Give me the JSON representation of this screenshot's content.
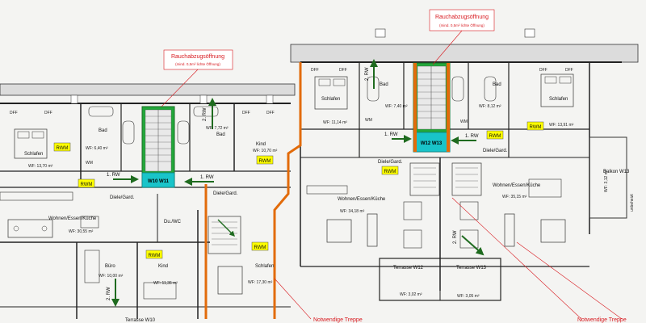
{
  "annotations": {
    "smoke_vent_title": "Rauchabzugsöffnung",
    "smoke_vent_sub": "(mind. 0,5m² lichte Öffnung)",
    "escape_route": "Notwendige Treppe"
  },
  "stair_labels": {
    "left": "W10  W11",
    "right": "W12  W13"
  },
  "tags": {
    "rwm": "RWM",
    "dff": "DFF",
    "wm": "WM"
  },
  "route_labels": {
    "rw1": "1. RW",
    "rw2": "2. RW"
  },
  "rooms": {
    "schlafen_left": {
      "name": "Schlafen",
      "area": "WF: 13,70 m²"
    },
    "bad_left": {
      "name": "Bad",
      "area": "WF: 6,40 m²"
    },
    "bad_center": {
      "name": "Bad",
      "area": "WF: 7,72 m²"
    },
    "kind_upper": {
      "name": "Kind",
      "area": "WF: 10,70 m²"
    },
    "diele_left": {
      "name": "Diele/Gard."
    },
    "diele_center": {
      "name": "Diele/Gard."
    },
    "wohnen_left": {
      "name": "Wohnen/Essen/Küche",
      "area": "WF: 30,55 m²"
    },
    "du_wc": {
      "name": "Du./WC"
    },
    "buero": {
      "name": "Büro",
      "area": "WF: 10,00 m²"
    },
    "kind_lower": {
      "name": "Kind",
      "area": "WF: 11,36 m²"
    },
    "schlafen_center": {
      "name": "Schlafen",
      "area": "WF: 17,30 m²"
    },
    "terrasse_w10": {
      "name": "Terrasse W10"
    },
    "schlafen_w12": {
      "name": "Schlafen",
      "area": "WF: 11,14 m²"
    },
    "bad_w12": {
      "name": "Bad",
      "area": "WF: 7,40 m²"
    },
    "bad_w13": {
      "name": "Bad",
      "area": "WF: 8,12 m²"
    },
    "schlafen_w13": {
      "name": "Schlafen",
      "area": "WF: 13,91 m²"
    },
    "diele_w12": {
      "name": "Diele/Gard."
    },
    "diele_w13": {
      "name": "Diele/Gard."
    },
    "wohnen_w12": {
      "name": "Wohnen/Essen/Küche",
      "area": "WF: 34,18 m²"
    },
    "wohnen_w13": {
      "name": "Wohnen/Essen/Küche",
      "area": "WF: 35,15 m²"
    },
    "balkon_w13": {
      "name": "Balkon\nW13",
      "area": "WF: 3,12 m²"
    },
    "terrasse_w12": {
      "name": "Terrasse W12",
      "area": "WF: 3,02 m²"
    },
    "terrasse_w13": {
      "name": "Terrasse W13",
      "area": "WF: 3,05 m²"
    }
  },
  "side_note": "unbeheizt",
  "colors": {
    "stair_green": "#22a83a",
    "stair_cyan": "#19c4c9",
    "wall_orange": "#e26b0a",
    "annotation_red": "#d8191f",
    "tag_yellow": "#ffff00",
    "route_arrow": "#1f6b1f"
  }
}
